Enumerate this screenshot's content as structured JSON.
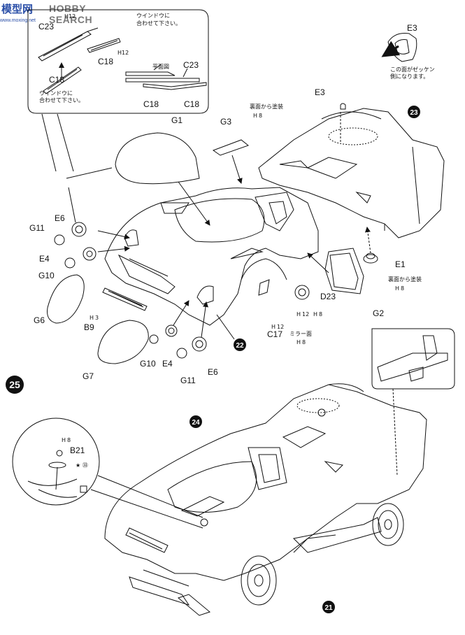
{
  "watermark": {
    "logo": "模型网",
    "text": "HOBBY SEARCH",
    "url": "www.moxing.net"
  },
  "steps": {
    "step25": "25"
  },
  "sub_badges": {
    "b22": "22",
    "b23": "23",
    "b24": "24",
    "b21": "21"
  },
  "parts": {
    "C23_top": "C23",
    "H12_a": "H",
    "H12_a_num": "12",
    "C18_a": "C18",
    "H12_b": "H",
    "H12_b_num": "12",
    "C18_b": "C18",
    "plan_view": "平面図",
    "C23_plan": "C23",
    "C18_plan1": "C18",
    "C18_plan2": "C18",
    "window_note_1": "ウインドウに",
    "window_note_2": "合わせて下さい。",
    "window_note_3": "ウインドウに",
    "window_note_4": "合わせて下さい。",
    "E3_top": "E3",
    "sticker_note_1": "この面がゼッケン",
    "sticker_note_2": "側になります。",
    "G1": "G1",
    "G3": "G3",
    "paint_back_1": "裏面から塗装",
    "H8_a": "H",
    "H8_a_num": "8",
    "E3": "E3",
    "E6_left": "E6",
    "G11_left": "G11",
    "E4_left": "E4",
    "G10_left": "G10",
    "G6": "G6",
    "H3": "H",
    "H3_num": "3",
    "B9": "B9",
    "G7": "G7",
    "G10_bottom": "G10",
    "E4_bottom": "E4",
    "G11_bottom": "G11",
    "E6_bottom": "E6",
    "C17": "C17",
    "H12_c": "H",
    "H12_c_num": "12",
    "mirror": "ミラー面",
    "H8_b": "H",
    "H8_b_num": "8",
    "H12_d": "H",
    "H12_d_num": "12",
    "H8_c": "H",
    "H8_c_num": "8",
    "D23": "D23",
    "E1": "E1",
    "paint_back_2": "裏面から塗装",
    "H8_d": "H",
    "H8_d_num": "8",
    "G2": "G2",
    "H8_e": "H",
    "H8_e_num": "8",
    "B21": "B21",
    "paint_marks": "★ ㉝"
  }
}
